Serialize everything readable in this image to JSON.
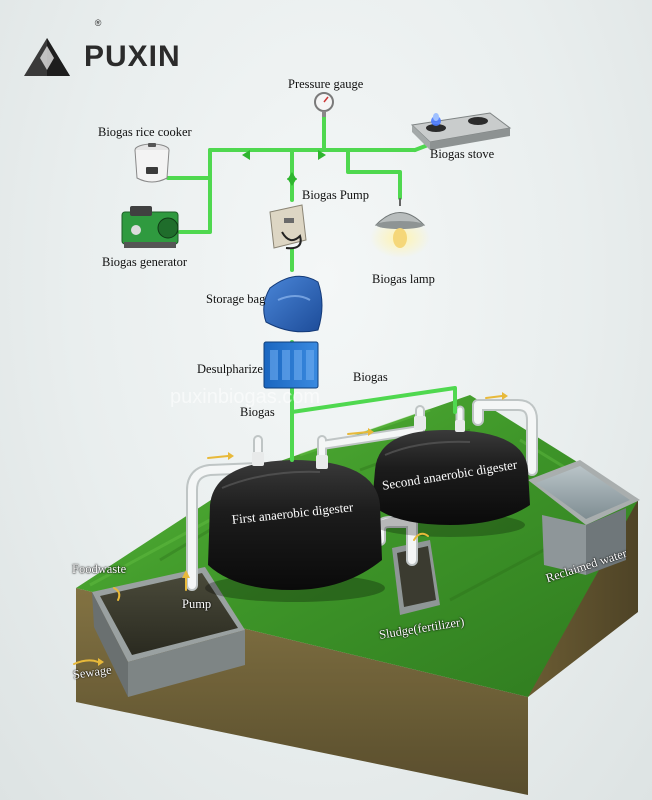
{
  "brand": {
    "name": "PUXIN",
    "registered_mark": "®"
  },
  "watermark": "puxinbiogas.com",
  "labels": {
    "pressure_gauge": "Pressure gauge",
    "rice_cooker": "Biogas rice cooker",
    "stove": "Biogas stove",
    "pump": "Biogas Pump",
    "generator": "Biogas generator",
    "lamp": "Biogas lamp",
    "storage_bag": "Storage bag",
    "desulpharize": "Desulpharize",
    "biogas_upper": "Biogas",
    "biogas_lower": "Biogas",
    "first_digester": "First anaerobic digester",
    "second_digester": "Second anaerobic digester",
    "foodwaste": "Foodwaste",
    "pump_pit": "Pump",
    "sewage": "Sewage",
    "sludge": "Sludge(fertilizer)",
    "reclaimed_water": "Reclaimed water"
  },
  "colors": {
    "gas_pipe": "#4fd84f",
    "grass": "#3f9a2a",
    "soil": "#7a6a3c",
    "tank": "#1b1b1b",
    "desulphurizer": "#1f78d1",
    "storage_bag": "#2a63b8",
    "flow_arrow": "#e8b93a"
  }
}
